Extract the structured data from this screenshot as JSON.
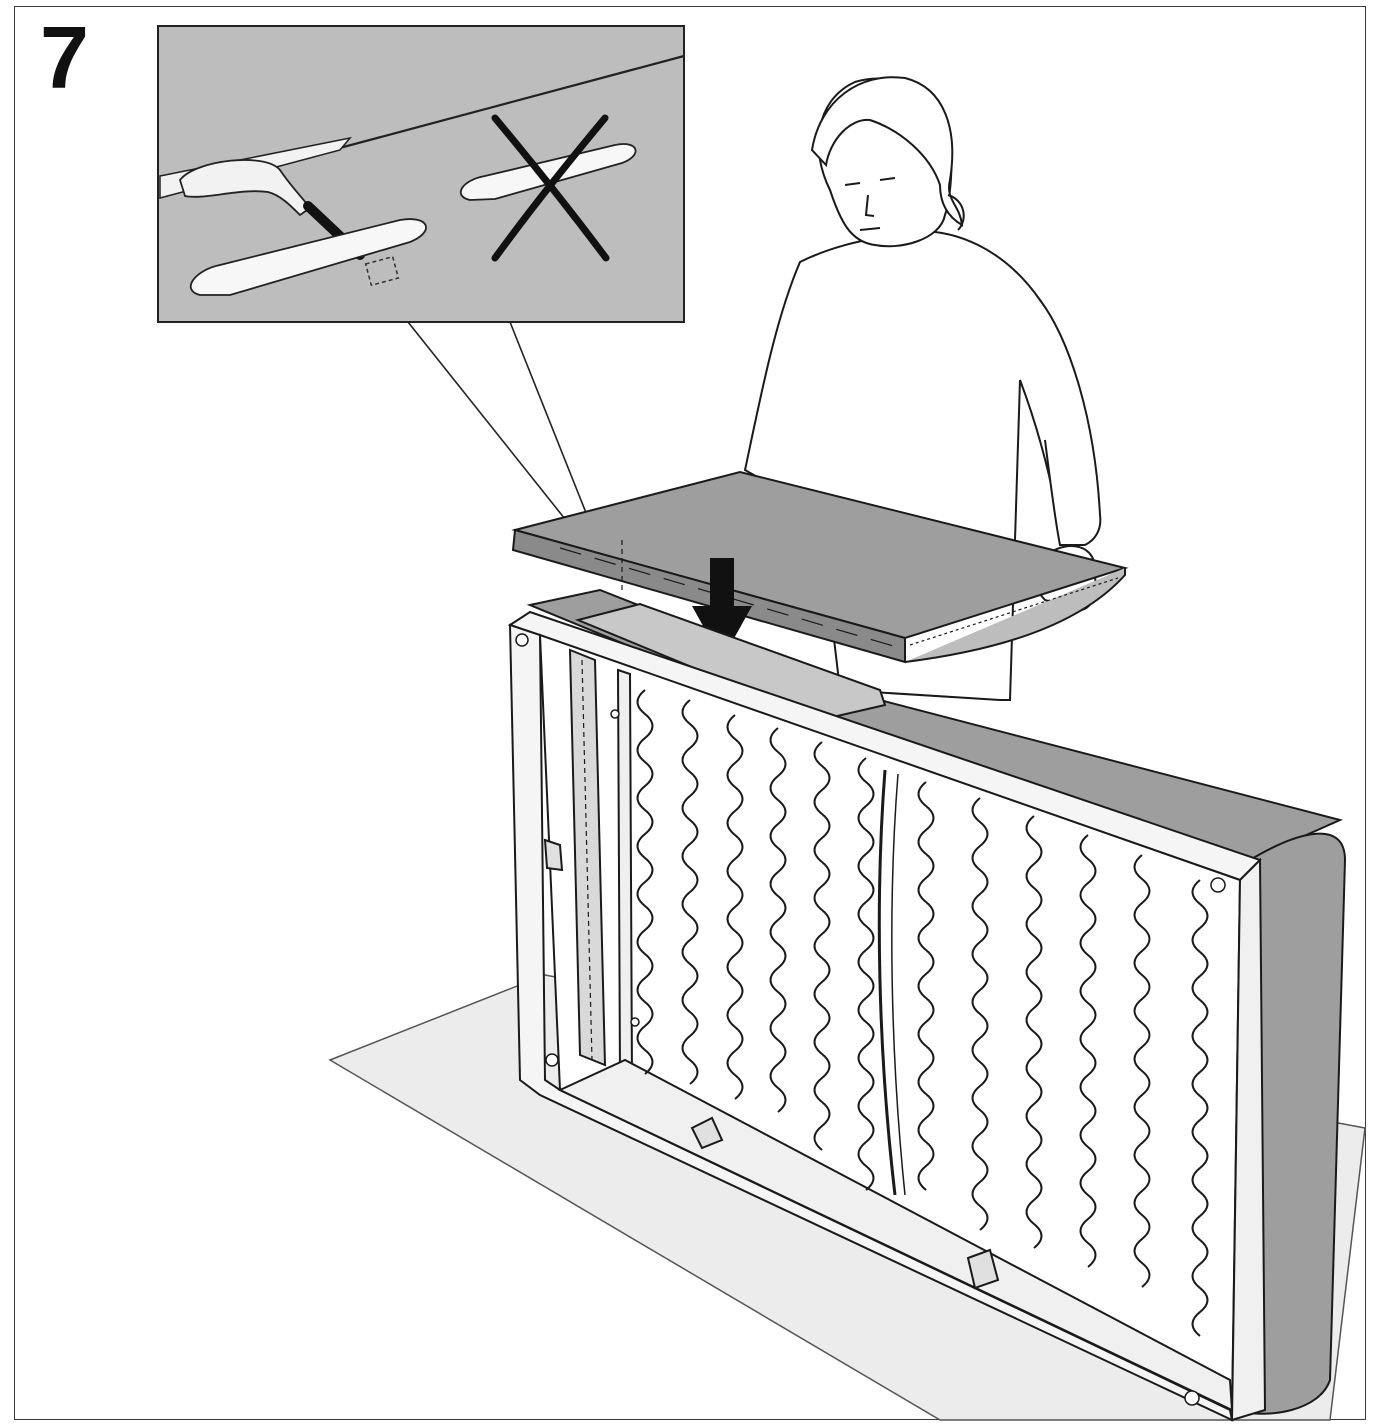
{
  "step": {
    "number": "7"
  },
  "colors": {
    "panel_gray": "#bdbdbd",
    "cushion_gray": "#9e9e9e",
    "floor_gray": "#ececec",
    "line": "#1a1a1a",
    "frame_fill": "#f5f5f5"
  },
  "icons": [
    "magnifier-callout",
    "down-arrow",
    "cross-mark"
  ]
}
